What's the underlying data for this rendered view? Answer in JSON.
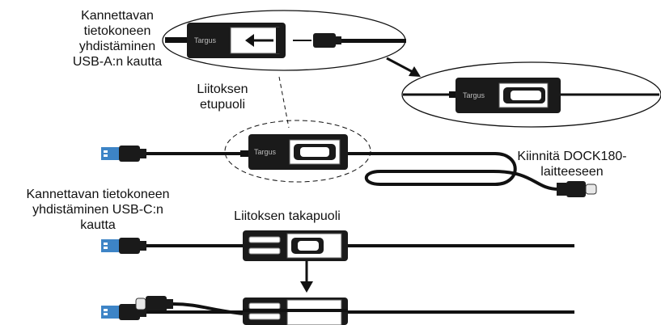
{
  "labels": {
    "usb_a": [
      "Kannettavan",
      "tietokoneen",
      "yhdistäminen",
      "USB-A:n kautta"
    ],
    "front": [
      "Liitoksen",
      "etupuoli"
    ],
    "dock": [
      "Kiinnitä DOCK180-",
      "laitteeseen"
    ],
    "usb_c": [
      "Kannettavan tietokoneen",
      "yhdistäminen USB-C:n",
      "kautta"
    ],
    "back": [
      "Liitoksen takapuoli"
    ]
  },
  "brand": "Targus",
  "colors": {
    "cable": "#111111",
    "body": "#1a1a1a",
    "plug_blue": "#3d84c6",
    "metal": "#e8e8e8"
  }
}
